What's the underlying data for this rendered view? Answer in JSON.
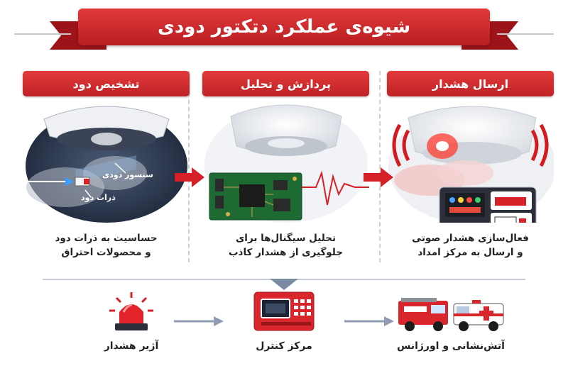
{
  "title": "شیوه‌ی عملکرد دتکتور دودی",
  "columns": [
    {
      "header": "تشخیص دود",
      "labels": {
        "sensor": "سنسور دودی",
        "particles": "ذرات دود"
      },
      "desc_line1": "حساسیت به ذرات دود",
      "desc_line2": "و محصولات احتراق"
    },
    {
      "header": "پردازش و تحلیل",
      "desc_line1": "تحلیل سیگنال‌ها برای",
      "desc_line2": "جلوگیری از هشدار کاذب"
    },
    {
      "header": "ارسال هشدار",
      "desc_line1": "فعال‌سازی هشدار صوتی",
      "desc_line2": "و ارسال به مرکز امداد"
    }
  ],
  "bottom": [
    {
      "label": "آژیر هشدار",
      "icon": "siren-icon"
    },
    {
      "label": "مرکز کنترل",
      "icon": "control-panel-icon"
    },
    {
      "label": "آتش‌نشانی و اورژانس",
      "icon": "emergency-vehicles-icon"
    }
  ],
  "colors": {
    "accent": "#d02a2e",
    "arrow_gray": "#8e9bb2",
    "dark_navy": "#1e2b45"
  }
}
